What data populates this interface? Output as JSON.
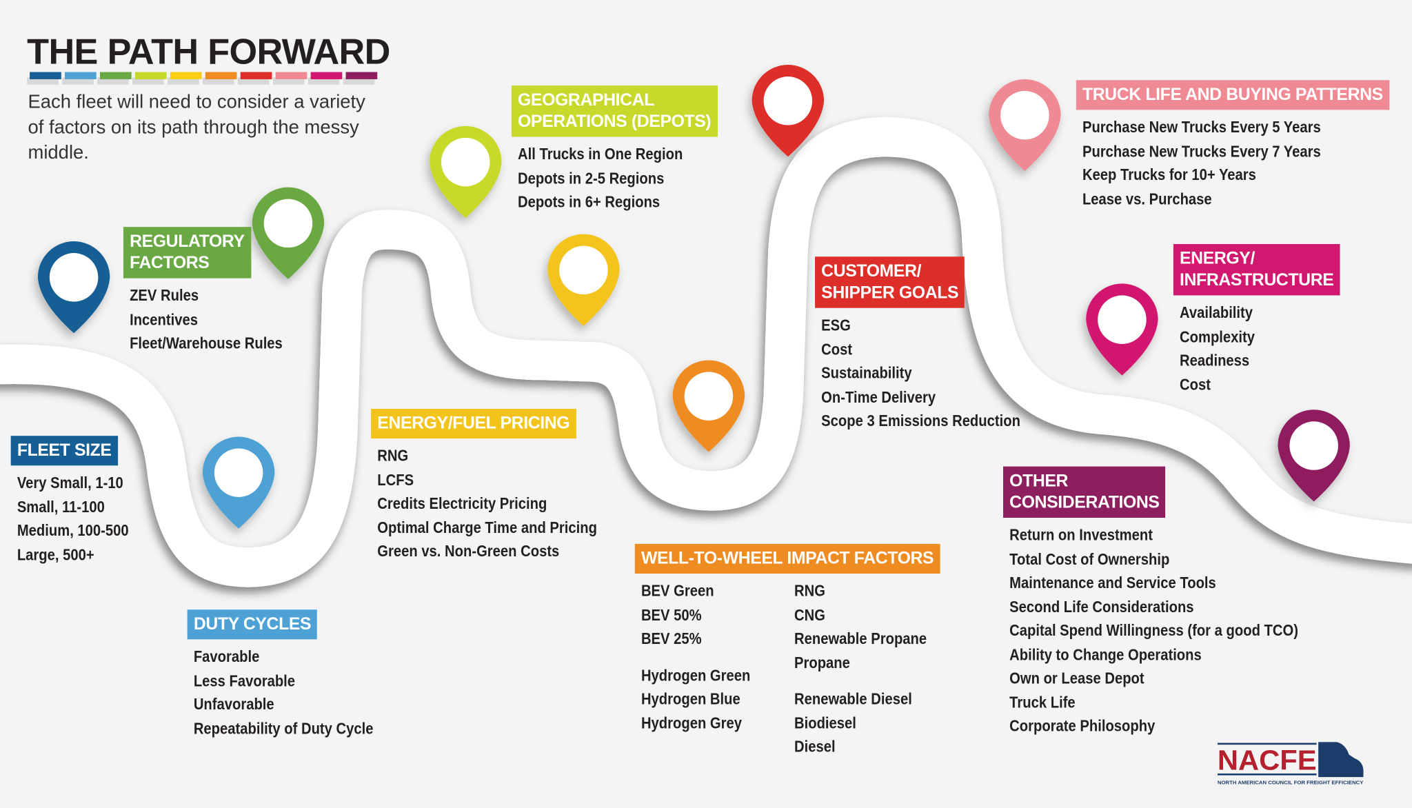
{
  "header": {
    "title": "THE PATH FORWARD",
    "subtitle": "Each fleet will need to consider a variety of factors on its path through the messy middle.",
    "bar_colors": [
      "#155f94",
      "#4da1d4",
      "#6aa843",
      "#c8d92b",
      "#f9cf16",
      "#ee8c22",
      "#dd2e2a",
      "#ef8a94",
      "#d2176f",
      "#8e1f5e"
    ]
  },
  "sections": [
    {
      "id": "fleet-size",
      "title": "FLEET SIZE",
      "color": "#155f94",
      "items": [
        "Very Small, 1-10",
        "Small, 11-100",
        "Medium, 100-500",
        "Large, 500+"
      ]
    },
    {
      "id": "regulatory-factors",
      "title": "REGULATORY\nFACTORS",
      "color": "#6aa843",
      "items": [
        "ZEV Rules",
        "Incentives",
        "Fleet/Warehouse Rules"
      ]
    },
    {
      "id": "duty-cycles",
      "title": "DUTY CYCLES",
      "color": "#4da1d4",
      "items": [
        "Favorable",
        "Less Favorable",
        "Unfavorable",
        "Repeatability of Duty Cycle"
      ]
    },
    {
      "id": "energy-fuel-pricing",
      "title": "ENERGY/FUEL PRICING",
      "color": "#f2c41b",
      "items": [
        "RNG",
        "LCFS",
        "Credits Electricity Pricing",
        "Optimal Charge Time and Pricing",
        "Green vs. Non-Green Costs"
      ]
    },
    {
      "id": "geographical-operations",
      "title": "GEOGRAPHICAL\nOPERATIONS (DEPOTS)",
      "color": "#c8d92b",
      "items": [
        "All Trucks in One Region",
        "Depots in 2-5 Regions",
        "Depots in 6+ Regions"
      ]
    },
    {
      "id": "customer-shipper-goals",
      "title": "CUSTOMER/\nSHIPPER GOALS",
      "color": "#dd2e2a",
      "items": [
        "ESG",
        "Cost",
        "Sustainability",
        "On-Time Delivery",
        "Scope 3 Emissions Reduction"
      ]
    },
    {
      "id": "truck-life",
      "title": "TRUCK LIFE AND BUYING PATTERNS",
      "color": "#ef8a94",
      "items": [
        "Purchase New Trucks Every 5 Years",
        "Purchase New Trucks Every 7 Years",
        "Keep Trucks for 10+ Years",
        "Lease vs. Purchase"
      ]
    },
    {
      "id": "energy-infrastructure",
      "title": "ENERGY/\nINFRASTRUCTURE",
      "color": "#d2176f",
      "items": [
        "Availability",
        "Complexity",
        "Readiness",
        "Cost"
      ]
    },
    {
      "id": "other-considerations",
      "title": "OTHER\nCONSIDERATIONS",
      "color": "#8e1f5e",
      "items": [
        "Return on Investment",
        "Total Cost of Ownership",
        "Maintenance and Service Tools",
        "Second Life Considerations",
        "Capital Spend Willingness (for a good TCO)",
        "Ability to Change Operations",
        "Own or Lease Depot",
        "Truck Life",
        "Corporate Philosophy"
      ]
    }
  ],
  "well_to_wheel": {
    "title": "WELL-TO-WHEEL IMPACT FACTORS",
    "color": "#ee8c22",
    "columns": [
      [
        [
          "BEV Green",
          "BEV 50%",
          "BEV 25%"
        ],
        [
          "Hydrogen Green",
          "Hydrogen Blue",
          "Hydrogen Grey"
        ]
      ],
      [
        [
          "RNG",
          "CNG",
          "Renewable Propane",
          "Propane"
        ],
        [
          "Renewable  Diesel",
          "Biodiesel",
          "Diesel"
        ]
      ]
    ]
  },
  "pins": [
    {
      "name": "fleet-size",
      "color": "#155f94"
    },
    {
      "name": "regulatory",
      "color": "#6aa843"
    },
    {
      "name": "duty-cycles",
      "color": "#4da1d4"
    },
    {
      "name": "geographical",
      "color": "#c8d92b"
    },
    {
      "name": "energy-fuel",
      "color": "#f2c41b"
    },
    {
      "name": "well-to-wheel",
      "color": "#ee8c22"
    },
    {
      "name": "customer-shipper",
      "color": "#dd2e2a"
    },
    {
      "name": "truck-life",
      "color": "#ef8a94"
    },
    {
      "name": "energy-infrastructure",
      "color": "#d2176f"
    },
    {
      "name": "other",
      "color": "#8e1f5e"
    }
  ],
  "logo": {
    "name": "NACFE",
    "tagline": "NORTH AMERICAN COUNCIL FOR FREIGHT EFFICIENCY",
    "red": "#b5202e",
    "blue": "#1c3c6b"
  }
}
